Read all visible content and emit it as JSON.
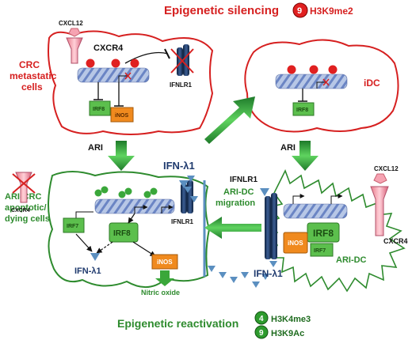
{
  "title_silencing": "Epigenetic silencing",
  "legend": {
    "silencing_badge": "9",
    "silencing_mark": "H3K9me2",
    "reactivation_title": "Epigenetic reactivation",
    "badge4": "4",
    "mark4": "H3K4me3",
    "badge9": "9",
    "mark9": "H3K9Ac"
  },
  "crc": {
    "label_l1": "CRC",
    "label_l2": "metastatic",
    "label_l3": "cells",
    "cxcl12": "CXCL12",
    "cxcr4": "CXCR4",
    "ifnlr1": "IFNLR1",
    "irf8": "IRF8",
    "inos": "iNOS",
    "ari": "ARI"
  },
  "idc": {
    "label": "iDC",
    "irf8": "IRF8",
    "ari": "ARI"
  },
  "ari_crc": {
    "label_l1": "ARI-CRC",
    "label_l2": "apoptotic/",
    "label_l3": "dying cells",
    "cxcr4": "CXCR4",
    "irf7": "IRF7",
    "irf8": "IRF8",
    "inos": "iNOS",
    "ifnlr1": "IFNLR1",
    "ifn": "IFN-λ1",
    "no": "Nitric oxide"
  },
  "center": {
    "ifn_top": "IFN-λ1",
    "migration_l1": "ARI-DC",
    "migration_l2": "migration"
  },
  "aridc": {
    "ifnlr1": "IFNLR1",
    "cxcl12": "CXCL12",
    "irf8": "IRF8",
    "inos": "iNOS",
    "irf7": "IRF7",
    "cxcr4": "CXCR4",
    "label": "ARI-DC",
    "ifn": "IFN-λ1"
  }
}
